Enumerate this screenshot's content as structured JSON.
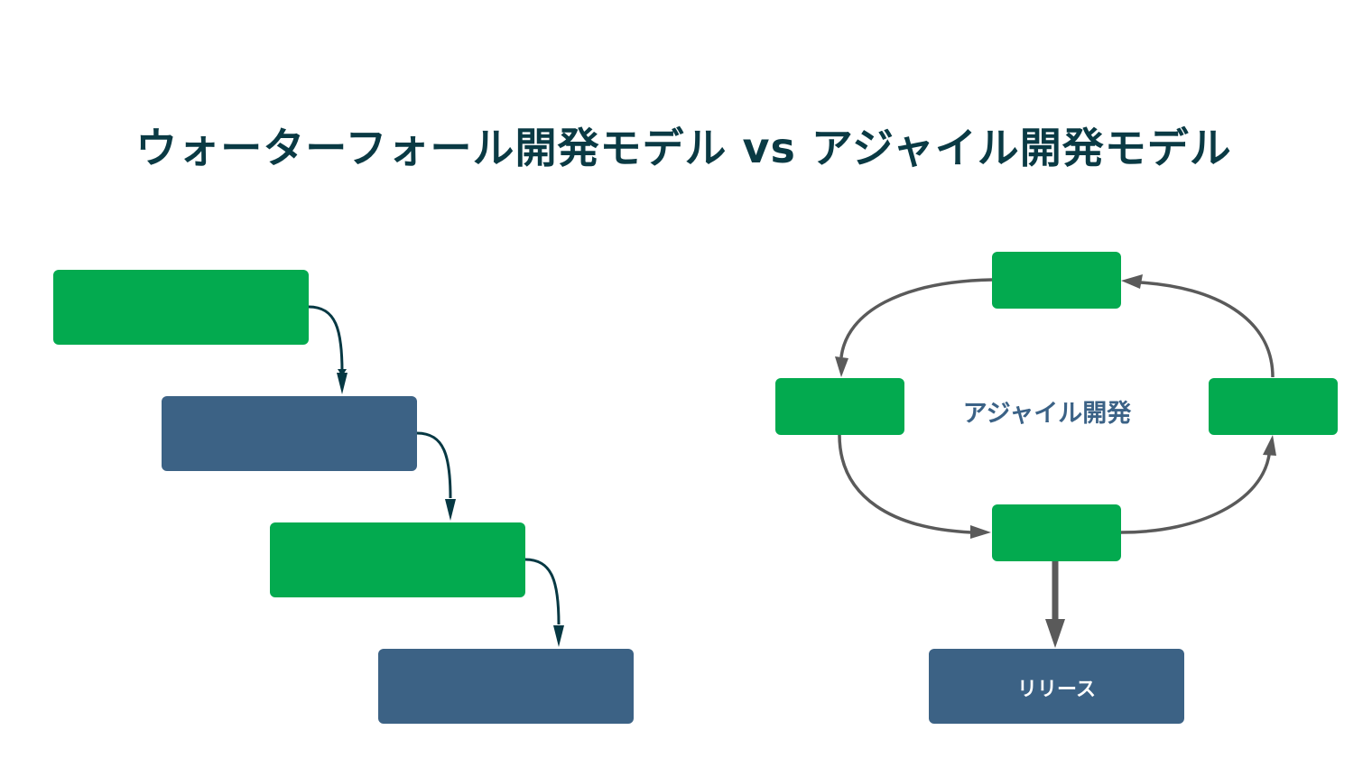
{
  "title": "ウォーターフォール開発モデル vs アジャイル開発モデル",
  "agile": {
    "center_label": "アジャイル開発",
    "release_label": "リリース"
  },
  "colors": {
    "green": "#03aa4f",
    "blue": "#3c6285",
    "waterfall_arrow": "#063843",
    "agile_arrow": "#5a5a5a",
    "title": "#0a3a44"
  }
}
